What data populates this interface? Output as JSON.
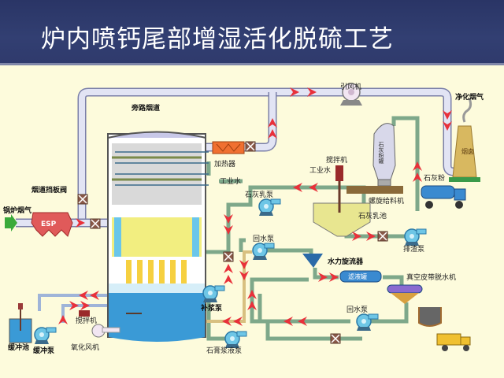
{
  "title": "炉内喷钙尾部增湿活化脱硫工艺",
  "colors": {
    "header_bg": "#2f3a6c",
    "background": "#fdfbdc",
    "flow_arrow": "#e8313a",
    "pipe_gas": "#d9dcf0",
    "pipe_liquid": "#cfe3d5",
    "water": "#3a9ad6",
    "esp": "#e05a5a",
    "heater": "#f07030",
    "stack": "#d8b860"
  },
  "labels": {
    "boiler_flue_gas": "锅炉烟气",
    "esp": "ESP",
    "flue_damper": "烟道挡板阀",
    "bypass_duct": "旁路烟道",
    "heater": "加热器",
    "induced_fan": "引风机",
    "clean_flue_gas": "净化烟气",
    "chimney": "烟囱",
    "lime_silo": "石灰粉罐",
    "lime_powder": "石灰粉",
    "screw_feeder": "螺旋给料机",
    "industrial_water_1": "工业水",
    "industrial_water_2": "工业水",
    "agitator_top": "搅拌机",
    "lime_slurry_pump": "石灰乳泵",
    "lime_slurry_tank": "石灰乳池",
    "slag_pump": "排渣泵",
    "return_pump_1": "回水泵",
    "hydrocyclone": "水力旋流器",
    "filtrate_tank": "滤液罐",
    "vacuum_belt_filter": "真空皮带脱水机",
    "return_pump_2": "回水泵",
    "makeup_pump": "补浆泵",
    "gypsum_pump": "石膏浆液泵",
    "agitator_bottom": "搅拌机",
    "oxidation_fan": "氧化风机",
    "buffer_tank": "缓冲池",
    "buffer_pump": "缓冲泵"
  }
}
